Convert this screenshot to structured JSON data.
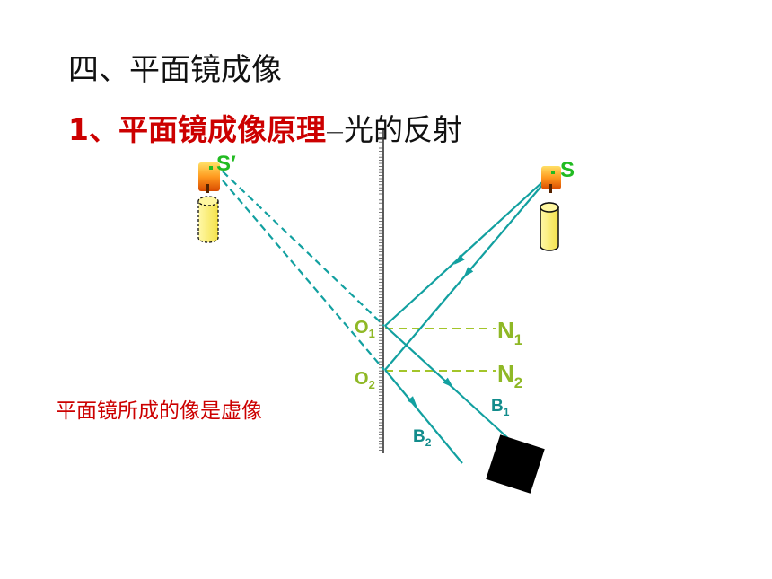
{
  "heading": "四、平面镜成像",
  "subheading": {
    "red": "1、平面镜成像原理",
    "dash": "—",
    "black": "光的反射"
  },
  "conclusion": "平面镜所成的像是虚像",
  "labels": {
    "source": "S",
    "image": "S′",
    "o1": "O",
    "o1_sub": "1",
    "o2": "O",
    "o2_sub": "2",
    "n1": "N",
    "n1_sub": "1",
    "n2": "N",
    "n2_sub": "2",
    "b1": "B",
    "b1_sub": "1",
    "b2": "B",
    "b2_sub": "2"
  },
  "colors": {
    "ray": "#12a0a0",
    "normal": "#a3c52a",
    "label_green": "#22bb22",
    "label_olive": "#8fb826",
    "label_teal": "#128c8c",
    "red": "#cc0000"
  }
}
